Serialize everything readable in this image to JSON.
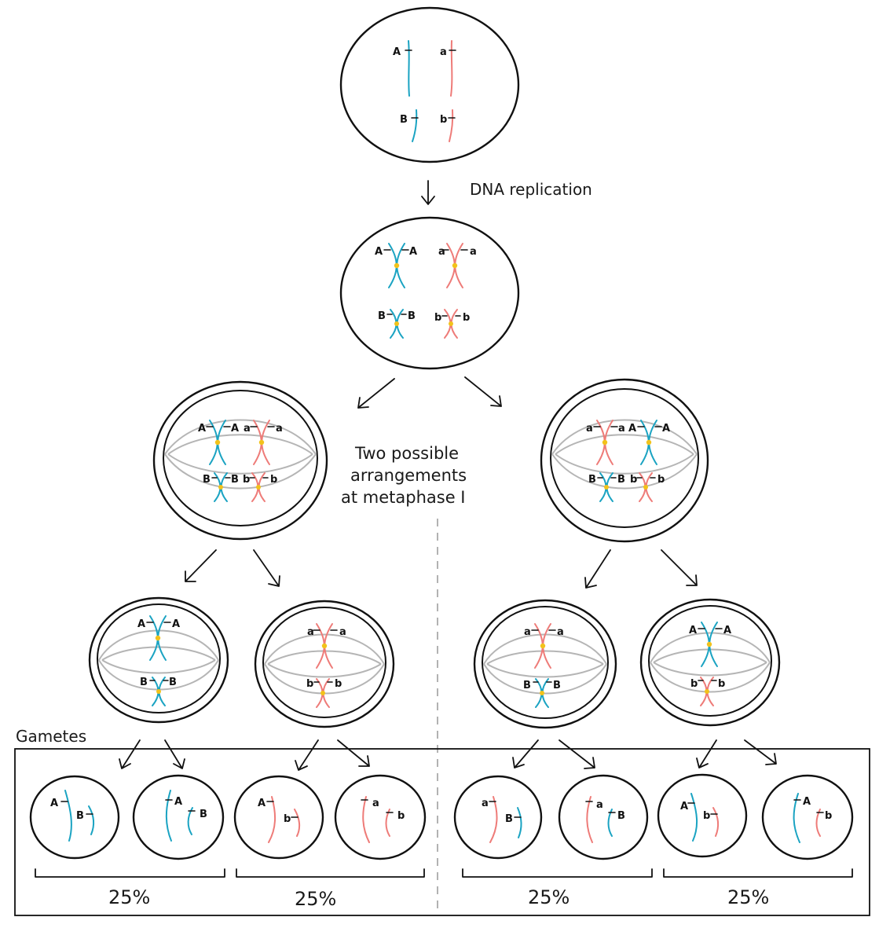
{
  "labels": {
    "replication": "DNA replication",
    "arrangement_line1": "Two possible",
    "arrangement_line2": "arrangements",
    "arrangement_line3": "at metaphase I",
    "gametes": "Gametes"
  },
  "alleles": {
    "dominant_a": "A",
    "recessive_a": "a",
    "dominant_b": "B",
    "recessive_b": "b"
  },
  "percentages": [
    "25%",
    "25%",
    "25%",
    "25%"
  ],
  "colors": {
    "maternal": "#1aa3c2",
    "paternal": "#ee7b78",
    "spindle": "#b5b5b5",
    "centromere": "#f2c21b",
    "outline": "#111111"
  }
}
